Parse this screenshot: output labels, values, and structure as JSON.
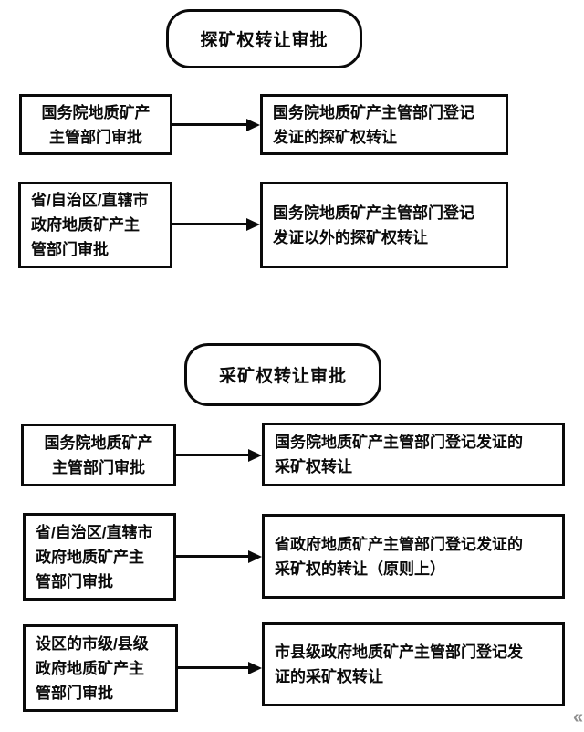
{
  "colors": {
    "line": "#0a0a0a",
    "background": "#ffffff",
    "corner_mark": "#8f8f8f"
  },
  "corner_mark_glyph": "«",
  "sections": [
    {
      "title": "探矿权转让审批",
      "rows": [
        {
          "left": "国务院地质矿产\n主管部门审批",
          "right": "国务院地质矿产主管部门登记\n发证的探矿权转让"
        },
        {
          "left": "省/自治区/直辖市\n政府地质矿产主\n管部门审批",
          "right": "国务院地质矿产主管部门登记\n发证以外的探矿权转让"
        }
      ]
    },
    {
      "title": "采矿权转让审批",
      "rows": [
        {
          "left": "国务院地质矿产\n主管部门审批",
          "right": "国务院地质矿产主管部门登记发证的\n采矿权转让"
        },
        {
          "left": "省/自治区/直辖市\n政府地质矿产主\n管部门审批",
          "right": "省政府地质矿产主管部门登记发证的\n采矿权的转让（原则上）"
        },
        {
          "left": "设区的市级/县级\n政府地质矿产主\n管部门审批",
          "right": "市县级政府地质矿产主管部门登记发\n证的采矿权转让"
        }
      ]
    }
  ]
}
